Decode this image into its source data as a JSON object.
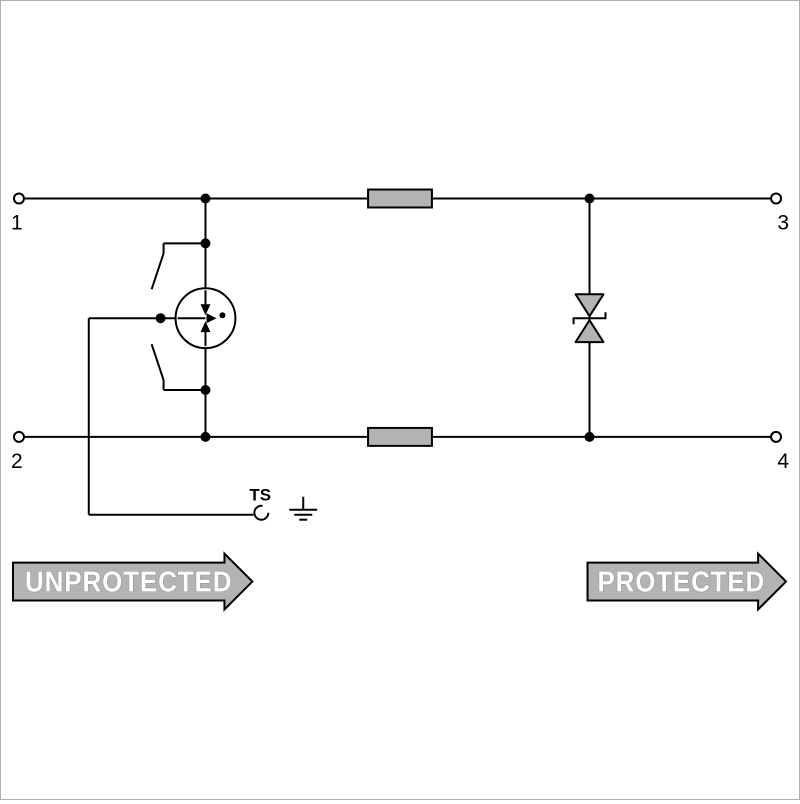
{
  "diagram": {
    "terminals": {
      "left_top": "1",
      "left_bottom": "2",
      "right_top": "3",
      "right_bottom": "4"
    },
    "labels": {
      "ts": "TS"
    },
    "banners": {
      "unprotected": "UNPROTECTED",
      "protected": "PROTECTED"
    },
    "colors": {
      "line": "#000000",
      "component_fill": "#b3b3b3",
      "banner_fill": "#b3b3b3",
      "banner_text": "#ffffff",
      "background": "#ffffff"
    }
  }
}
